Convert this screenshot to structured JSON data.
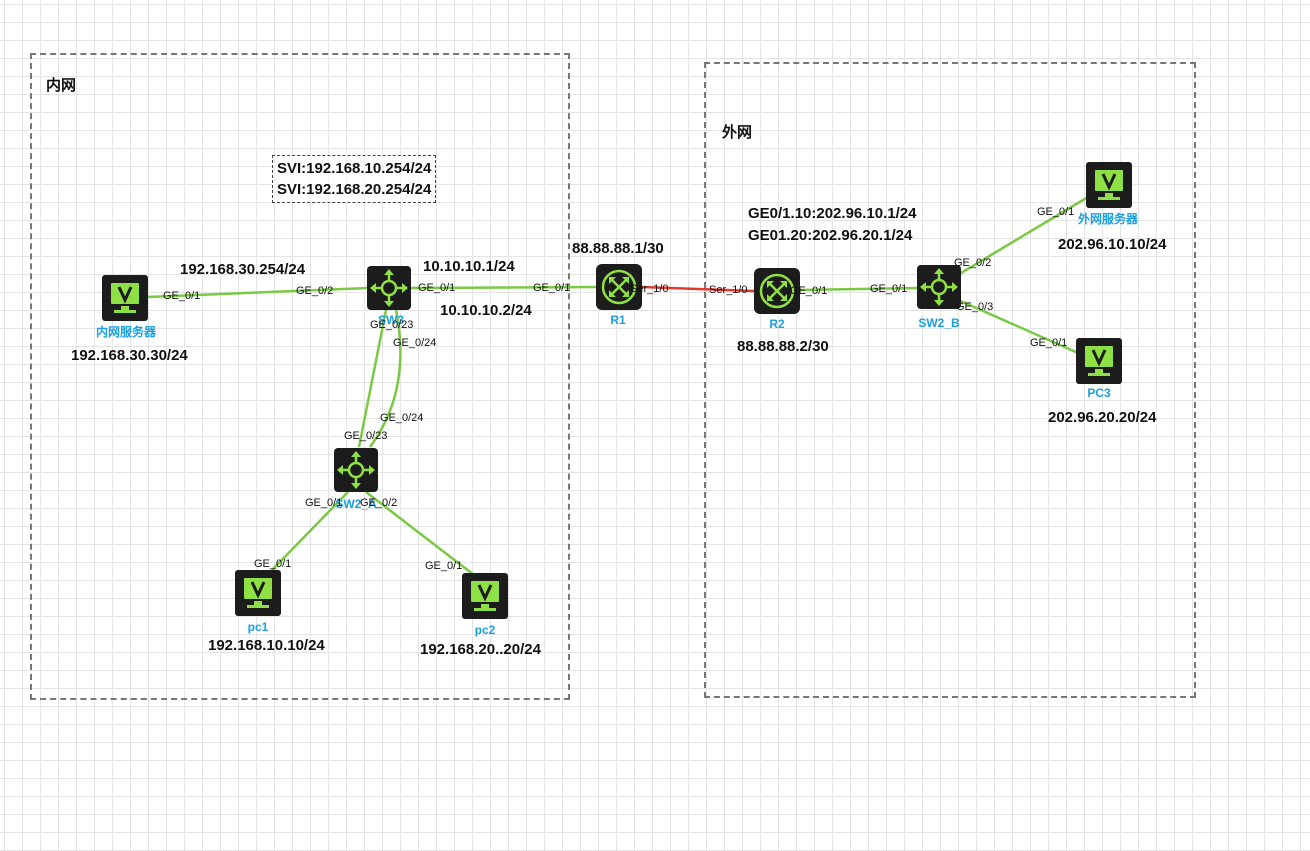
{
  "zones": {
    "inner": {
      "title": "内网"
    },
    "outer": {
      "title": "外网"
    }
  },
  "svi": [
    "SVI:192.168.10.254/24",
    "SVI:192.168.20.254/24"
  ],
  "devices": {
    "inner_server": {
      "name": "内网服务器",
      "kind": "pc",
      "ip": "192.168.30.30/24"
    },
    "sw3": {
      "name": "SW3",
      "kind": "switch"
    },
    "sw2_a": {
      "name": "SW2_A",
      "kind": "switch"
    },
    "pc1": {
      "name": "pc1",
      "kind": "pc",
      "ip": "192.168.10.10/24"
    },
    "pc2": {
      "name": "pc2",
      "kind": "pc",
      "ip": "192.168.20..20/24"
    },
    "r1": {
      "name": "R1",
      "kind": "router"
    },
    "r2": {
      "name": "R2",
      "kind": "router"
    },
    "sw2_b": {
      "name": "SW2_B",
      "kind": "switch"
    },
    "outer_server": {
      "name": "外网服务器",
      "kind": "pc",
      "ip": "202.96.10.10/24"
    },
    "pc3": {
      "name": "PC3",
      "kind": "pc",
      "ip": "202.96.20.20/24"
    }
  },
  "ip_labels": {
    "sw3_gateway": "192.168.30.254/24",
    "sw3_uplink": "10.10.10.1/24",
    "r1_lan": "10.10.10.2/24",
    "r1_wan": "88.88.88.1/30",
    "r2_wan": "88.88.88.2/30",
    "r2_sub1": "GE0/1.10:202.96.10.1/24",
    "r2_sub2": "GE01.20:202.96.20.1/24"
  },
  "ports": {
    "inner_server": "GE_0/1",
    "sw3_to_server": "GE_0/2",
    "sw3_to_r1": "GE_0/1",
    "r1_to_sw3": "GE_0/1",
    "sw3_p23": "GE_0/23",
    "sw3_p24": "GE_0/24",
    "sw2a_p24": "GE_0/24",
    "sw2a_p23": "GE_0/23",
    "sw2a_to_pc1": "GE_0/1",
    "sw2a_to_pc2": "GE_0/2",
    "pc1": "GE_0/1",
    "pc2": "GE_0/1",
    "r1_serial": "Ser_1/0",
    "r2_serial": "Ser_1/0",
    "r2_to_sw2b": "GE_0/1",
    "sw2b_to_r2": "GE_0/1",
    "sw2b_to_server": "GE_0/2",
    "sw2b_to_pc3": "GE_0/3",
    "outer_server": "GE_0/1",
    "pc3": "GE_0/1"
  },
  "colors": {
    "ethernet_link": "#7ac943",
    "serial_link": "#e03a2a",
    "device_label": "#1a9fe0",
    "device_icon_bg": "#1c1c1c",
    "device_icon_fg": "#8fe044"
  }
}
